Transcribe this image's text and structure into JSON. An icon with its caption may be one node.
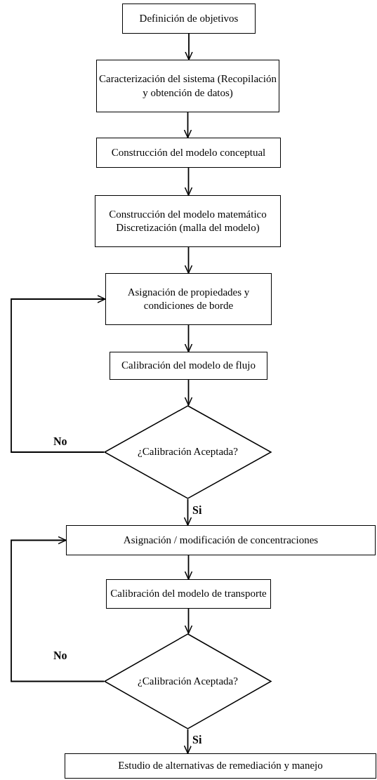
{
  "diagram": {
    "nodes": [
      {
        "text": [
          "Definición de objetivos"
        ]
      },
      {
        "text": [
          "Caracterización del sistema (Recopilación y obtención de datos)"
        ]
      },
      {
        "text": [
          "Construcción del modelo conceptual"
        ]
      },
      {
        "text": [
          "Construcción del modelo matemático Discretización (malla del modelo)"
        ]
      },
      {
        "text": [
          "Asignación de propiedades y condiciones de borde"
        ]
      },
      {
        "text": [
          "Calibración del modelo de flujo"
        ]
      },
      {
        "text": [
          "¿Calibración Aceptada?"
        ]
      },
      {
        "text": [
          "Asignación / modificación de concentraciones"
        ]
      },
      {
        "text": [
          "Calibración del modelo de transporte"
        ]
      },
      {
        "text": [
          "¿Calibración Aceptada?"
        ]
      },
      {
        "text": [
          "Estudio de alternativas de remediación y manejo"
        ]
      }
    ],
    "edges": [
      {
        "from": 0,
        "to": 1,
        "arrow": "to"
      },
      {
        "from": 1,
        "to": 2,
        "arrow": "to"
      },
      {
        "from": 2,
        "to": 3,
        "arrow": "to"
      },
      {
        "from": 3,
        "to": 4,
        "arrow": "to"
      },
      {
        "from": 4,
        "to": 5,
        "arrow": "to"
      },
      {
        "from": 5,
        "to": 6,
        "arrow": "to"
      },
      {
        "from": 6,
        "to": 4,
        "arrow": "to",
        "label": "No"
      },
      {
        "from": 6,
        "to": 7,
        "arrow": "to",
        "label": "Si"
      },
      {
        "from": 7,
        "to": 8,
        "arrow": "to"
      },
      {
        "from": 8,
        "to": 9,
        "arrow": "to"
      },
      {
        "from": 9,
        "to": 7,
        "arrow": "to",
        "label": "No"
      },
      {
        "from": 9,
        "to": 10,
        "arrow": "to",
        "label": "Si"
      }
    ]
  }
}
